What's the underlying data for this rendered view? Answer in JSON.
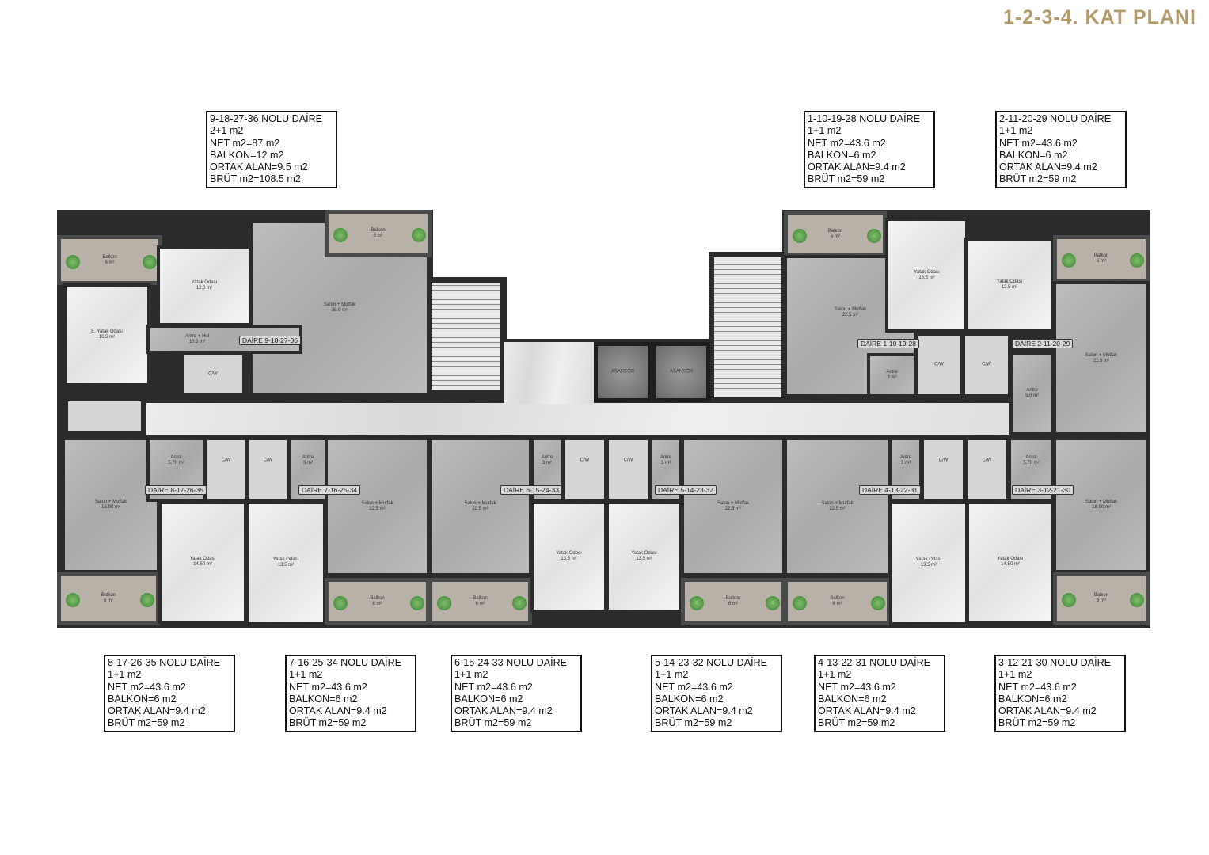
{
  "title": "1-2-3-4. KAT PLANI",
  "labels": {
    "salon": "Salon + Mutfak",
    "yatak": "Yatak Odası",
    "e_yatak": "E. Yatak Odası",
    "balkon": "Balkon",
    "antre": "Antre",
    "antre_hol": "Antre + Hol",
    "cw": "C/W",
    "asansor": "ASANSÖR"
  },
  "info_boxes": {
    "d9": {
      "title": "9-18-27-36 NOLU DAİRE",
      "type": "2+1 m2",
      "net": "NET m2=87 m2",
      "balkon": "BALKON=12 m2",
      "ortak": "ORTAK ALAN=9.5 m2",
      "brut": "BRÜT m2=108.5 m2"
    },
    "d1": {
      "title": "1-10-19-28 NOLU DAİRE",
      "type": "1+1 m2",
      "net": "NET m2=43.6 m2",
      "balkon": "BALKON=6 m2",
      "ortak": "ORTAK ALAN=9.4 m2",
      "brut": "BRÜT m2=59 m2"
    },
    "d2": {
      "title": "2-11-20-29 NOLU DAİRE",
      "type": "1+1 m2",
      "net": "NET m2=43.6 m2",
      "balkon": "BALKON=6 m2",
      "ortak": "ORTAK ALAN=9.4 m2",
      "brut": "BRÜT m2=59 m2"
    },
    "d8": {
      "title": "8-17-26-35 NOLU DAİRE",
      "type": "1+1 m2",
      "net": "NET m2=43.6 m2",
      "balkon": "BALKON=6 m2",
      "ortak": "ORTAK ALAN=9.4 m2",
      "brut": "BRÜT m2=59 m2"
    },
    "d7": {
      "title": "7-16-25-34 NOLU DAİRE",
      "type": "1+1 m2",
      "net": "NET m2=43.6 m2",
      "balkon": "BALKON=6 m2",
      "ortak": "ORTAK ALAN=9.4 m2",
      "brut": "BRÜT m2=59 m2"
    },
    "d6": {
      "title": "6-15-24-33 NOLU DAİRE",
      "type": "1+1 m2",
      "net": "NET m2=43.6 m2",
      "balkon": "BALKON=6 m2",
      "ortak": "ORTAK ALAN=9.4 m2",
      "brut": "BRÜT m2=59 m2"
    },
    "d5": {
      "title": "5-14-23-32 NOLU DAİRE",
      "type": "1+1 m2",
      "net": "NET m2=43.6 m2",
      "balkon": "BALKON=6 m2",
      "ortak": "ORTAK ALAN=9.4 m2",
      "brut": "BRÜT m2=59 m2"
    },
    "d4": {
      "title": "4-13-22-31 NOLU DAİRE",
      "type": "1+1 m2",
      "net": "NET m2=43.6 m2",
      "balkon": "BALKON=6 m2",
      "ortak": "ORTAK ALAN=9.4 m2",
      "brut": "BRÜT m2=59 m2"
    },
    "d3": {
      "title": "3-12-21-30 NOLU DAİRE",
      "type": "1+1 m2",
      "net": "NET m2=43.6 m2",
      "balkon": "BALKON=6 m2",
      "ortak": "ORTAK ALAN=9.4 m2",
      "brut": "BRÜT m2=59 m2"
    }
  },
  "units": {
    "d9": {
      "tag": "DAİRE 9-18-27-36",
      "salon": "38.0 m²",
      "yatak": "12.0 m²",
      "e_yatak": "16.5 m²",
      "antre": "10.5 m²",
      "balkon": "6 m²"
    },
    "d1": {
      "tag": "DAİRE 1-10-19-28",
      "salon": "22.5 m²",
      "yatak": "13.5 m²",
      "antre": "3 m²",
      "balkon": "6 m²"
    },
    "d2": {
      "tag": "DAİRE 2-11-20-29",
      "salon": "21.5 m²",
      "yatak": "12.5 m²",
      "antre": "5.0 m²",
      "balkon": "6 m²"
    },
    "d8": {
      "tag": "DAİRE 8-17-26-35",
      "salon": "18.90 m²",
      "yatak": "14.50 m²",
      "antre": "5.70 m²",
      "balkon": "6 m²"
    },
    "d7": {
      "tag": "DAİRE 7-16-25-34",
      "salon": "22.5 m²",
      "yatak": "13.5 m²",
      "antre": "3 m²",
      "balkon": "6 m²"
    },
    "d6": {
      "tag": "DAİRE 6-15-24-33",
      "salon": "22.5 m²",
      "yatak": "13.5 m²",
      "antre": "3 m²",
      "balkon": "6 m²"
    },
    "d5": {
      "tag": "DAİRE 5-14-23-32",
      "salon": "22.5 m²",
      "yatak": "13.5 m²",
      "antre": "3 m²",
      "balkon": "6 m²"
    },
    "d4": {
      "tag": "DAİRE 4-13-22-31",
      "salon": "22.5 m²",
      "yatak": "13.5 m²",
      "antre": "3 m²",
      "balkon": "6 m²"
    },
    "d3": {
      "tag": "DAİRE 3-12-21-30",
      "salon": "18.90 m²",
      "yatak": "14.50 m²",
      "antre": "5.70 m²",
      "balkon": "6 m²"
    }
  }
}
